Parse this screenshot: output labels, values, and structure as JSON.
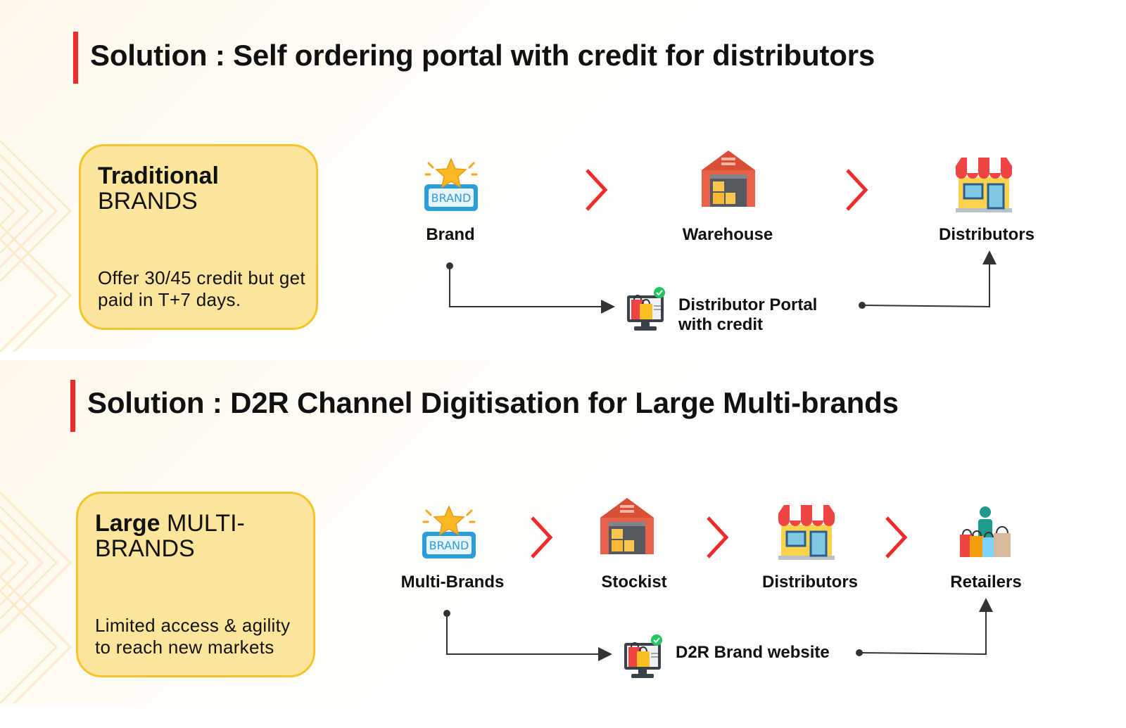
{
  "sections": [
    {
      "title": "Solution : Self ordering portal with credit for distributors",
      "card": {
        "heading_bold": "Traditional",
        "heading_rest": "BRANDS",
        "description": "Offer 30/45 credit but get paid in T+7 days."
      },
      "flow": [
        "Brand",
        "Warehouse",
        "Distributors"
      ],
      "portal": {
        "line1": "Distributor Portal",
        "line2": "with credit"
      }
    },
    {
      "title": "Solution : D2R Channel Digitisation for Large Multi-brands",
      "card": {
        "heading_bold": "Large",
        "heading_rest": "MULTI-BRANDS",
        "heading_rest_line1": "MULTI-",
        "heading_rest_line2": "BRANDS",
        "description": "Limited access & agility to reach new markets"
      },
      "flow": [
        "Multi-Brands",
        "Stockist",
        "Distributors",
        "Retailers"
      ],
      "portal": {
        "line1": "D2R Brand website"
      }
    }
  ],
  "icons": {
    "brand": "brand-star-icon",
    "warehouse": "warehouse-icon",
    "store": "store-icon",
    "retailers": "shopper-bags-icon",
    "portal": "shopping-bags-monitor-icon",
    "chevron": "chevron-right-icon"
  },
  "brand_icon_text": "BRAND",
  "colors": {
    "accent_red": "#ef2a2a",
    "card_fill": "#fde69c",
    "card_border": "#f5c42a",
    "line": "#333333"
  }
}
